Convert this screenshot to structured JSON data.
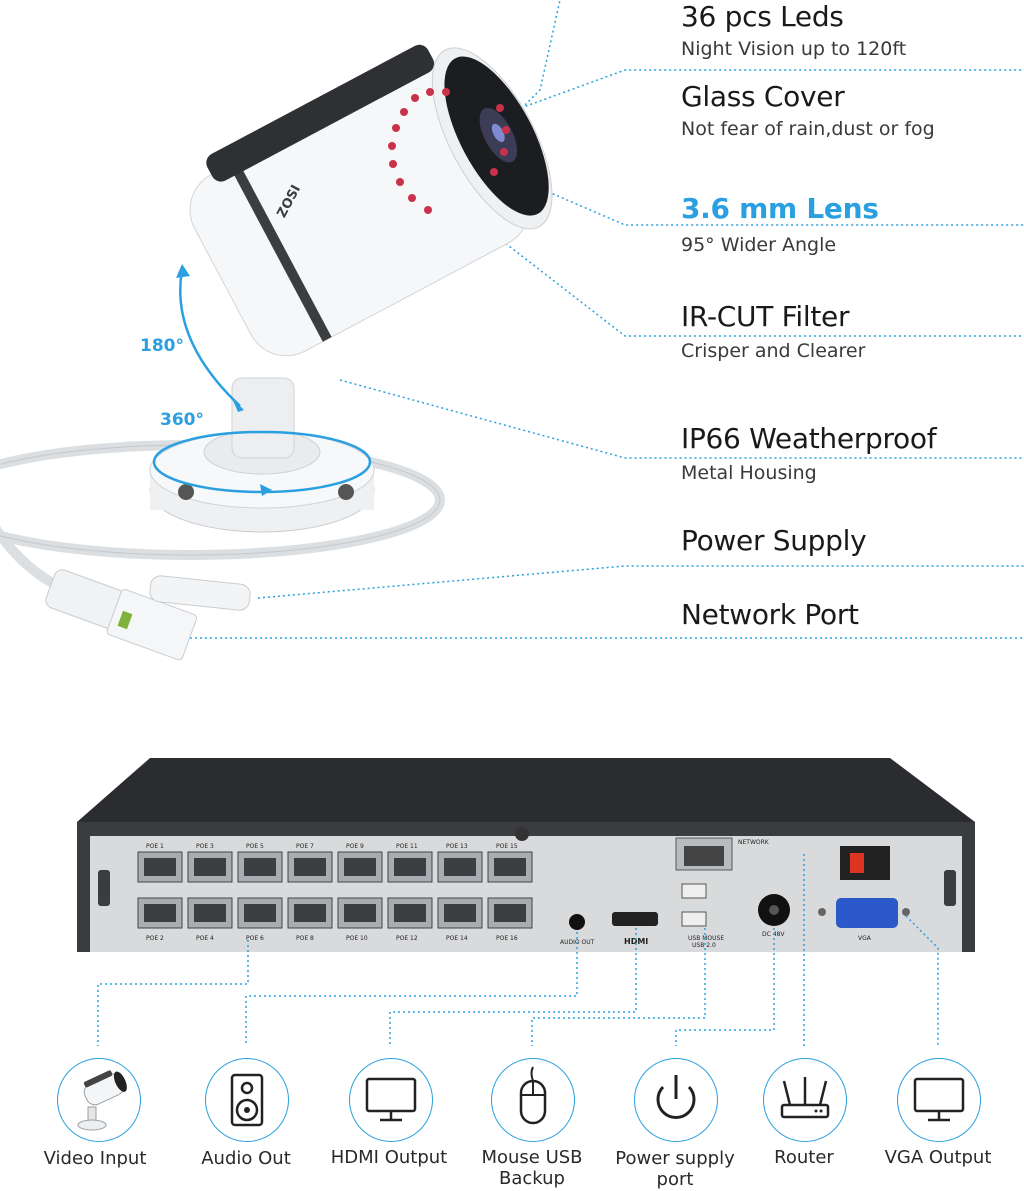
{
  "features": [
    {
      "title": "36 pcs Leds",
      "subtitle": "Night Vision up to 120ft"
    },
    {
      "title": "Glass Cover",
      "subtitle": "Not fear of rain,dust or fog"
    },
    {
      "title": "3.6 mm Lens",
      "subtitle": "95° Wider Angle"
    },
    {
      "title": "IR-CUT Filter",
      "subtitle": "Crisper and Clearer"
    },
    {
      "title": "IP66 Weatherproof",
      "subtitle": "Metal Housing"
    },
    {
      "title": "Power Supply",
      "subtitle": ""
    },
    {
      "title": "Network Port",
      "subtitle": ""
    }
  ],
  "camera": {
    "brand": "ZOSI",
    "rotation_vertical": "180°",
    "rotation_horizontal": "360°"
  },
  "nvr": {
    "poe_top": [
      "POE 1",
      "POE 3",
      "POE 5",
      "POE 7",
      "POE 9",
      "POE 11",
      "POE 13",
      "POE 15"
    ],
    "poe_bottom": [
      "POE 2",
      "POE 4",
      "POE 6",
      "POE 8",
      "POE 10",
      "POE 12",
      "POE 14",
      "POE 16"
    ],
    "network": "NETWORK",
    "audio_out": "AUDIO OUT",
    "hdmi": "HDMI",
    "usb": "USB MOUSE",
    "usb2": "USB 2.0",
    "dc": "DC 48V",
    "vga": "VGA"
  },
  "interfaces": [
    {
      "label": "Video Input",
      "icon": "camera-icon"
    },
    {
      "label": "Audio Out",
      "icon": "speaker-icon"
    },
    {
      "label": "HDMI Output",
      "icon": "monitor-icon"
    },
    {
      "label": "Mouse USB Backup",
      "icon": "mouse-icon"
    },
    {
      "label": "Power supply port",
      "icon": "power-icon"
    },
    {
      "label": "Router",
      "icon": "router-icon"
    },
    {
      "label": "VGA Output",
      "icon": "monitor-icon"
    }
  ],
  "colors": {
    "accent": "#2aa0e0",
    "text": "#1a1a1a",
    "nvr_body": "#2a2c30",
    "nvr_panel": "#d9dadc"
  }
}
